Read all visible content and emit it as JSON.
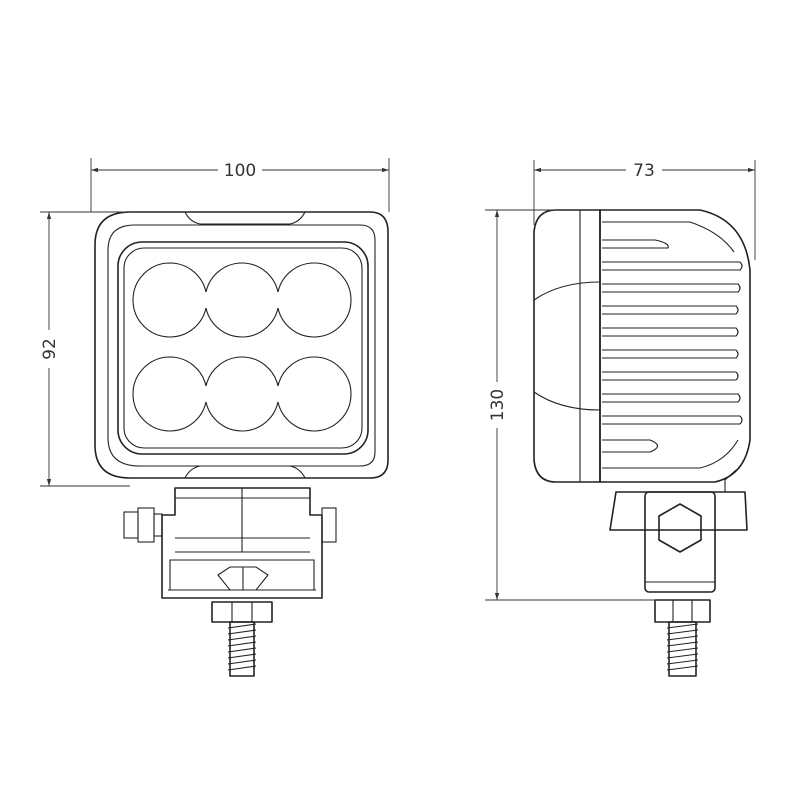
{
  "dimensions": {
    "front_width": "100",
    "front_height": "92",
    "side_depth": "73",
    "side_height": "130"
  }
}
